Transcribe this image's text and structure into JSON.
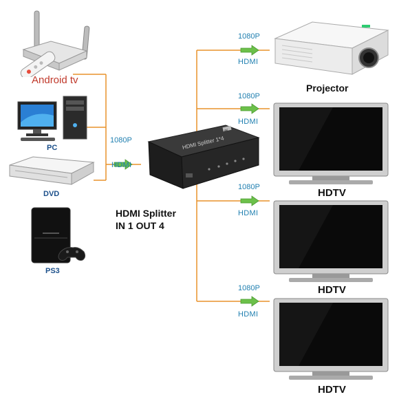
{
  "sources": {
    "android": "Android tv",
    "pc": "PC",
    "dvd": "DVD",
    "ps3": "PS3"
  },
  "splitter": {
    "line1": "HDMI Splitter",
    "line2": "IN 1 OUT 4",
    "face_text": "HDMI Splitter 1*4",
    "badge": "4K"
  },
  "input_signal": {
    "res": "1080P",
    "type": "HDMI"
  },
  "outputs": [
    {
      "res": "1080P",
      "type": "HDMI",
      "device": "Projector"
    },
    {
      "res": "1080P",
      "type": "HDMI",
      "device": "HDTV"
    },
    {
      "res": "1080P",
      "type": "HDMI",
      "device": "HDTV"
    },
    {
      "res": "1080P",
      "type": "HDMI",
      "device": "HDTV"
    }
  ],
  "colors": {
    "line": "#e8922a",
    "arrow": "#6cc04a",
    "accent_text": "#1f7fb0",
    "android_label": "#c0392b"
  }
}
